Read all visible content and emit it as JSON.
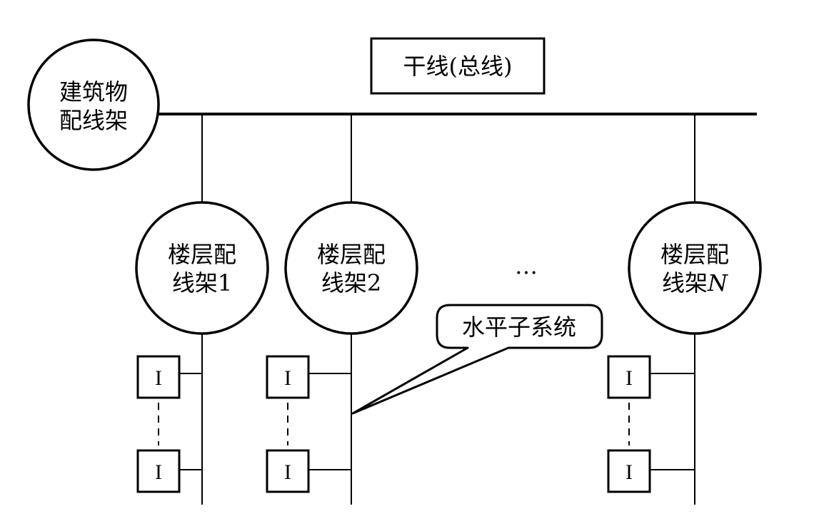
{
  "trunk": {
    "label": "干线(总线)"
  },
  "building_frame": {
    "line1": "建筑物",
    "line2": "配线架"
  },
  "floor_frames": [
    {
      "line1": "楼层配",
      "line2_prefix": "线架",
      "number": "1"
    },
    {
      "line1": "楼层配",
      "line2_prefix": "线架",
      "number": "2"
    },
    {
      "line1": "楼层配",
      "line2_prefix": "线架",
      "number": "N"
    }
  ],
  "ellipsis": "…",
  "callout": {
    "label": "水平子系统"
  },
  "outlet_label": "I",
  "colors": {
    "line": "#000000",
    "background": "#ffffff"
  }
}
